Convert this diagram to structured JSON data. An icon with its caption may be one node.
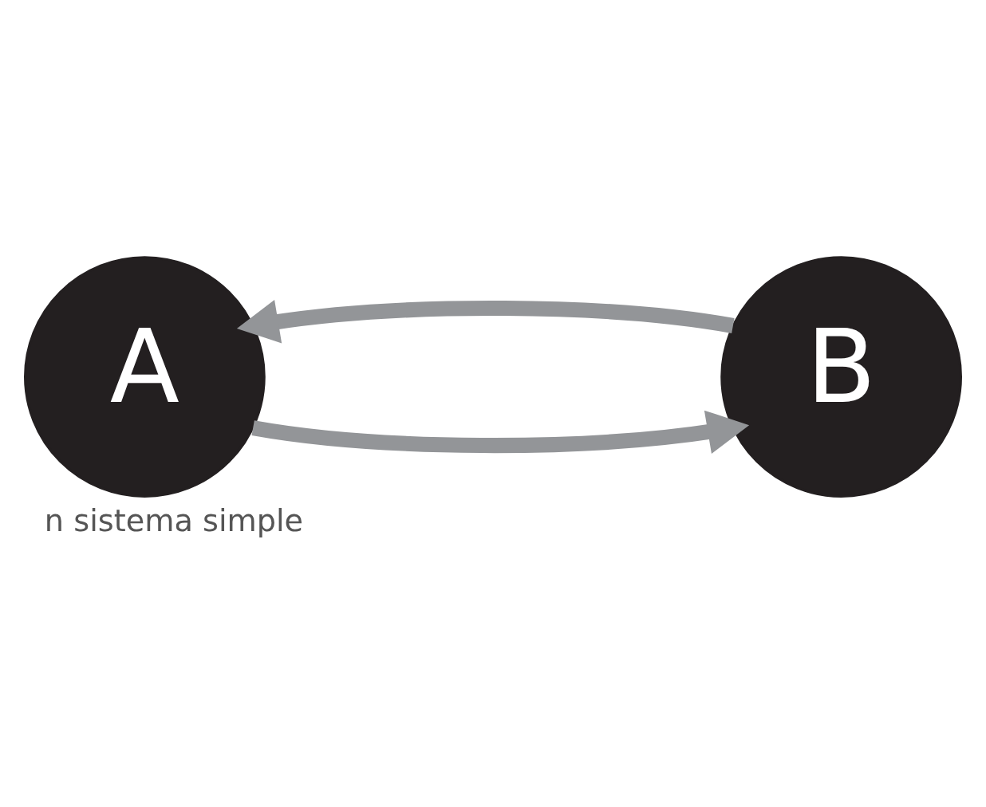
{
  "diagram": {
    "caption": "n sistema simple",
    "nodes": [
      {
        "text": [
          "A"
        ]
      },
      {
        "text": [
          "B"
        ]
      }
    ],
    "edges": [
      {
        "from": 1,
        "to": 0,
        "arrow": "to"
      },
      {
        "from": 0,
        "to": 1,
        "arrow": "to"
      }
    ]
  }
}
